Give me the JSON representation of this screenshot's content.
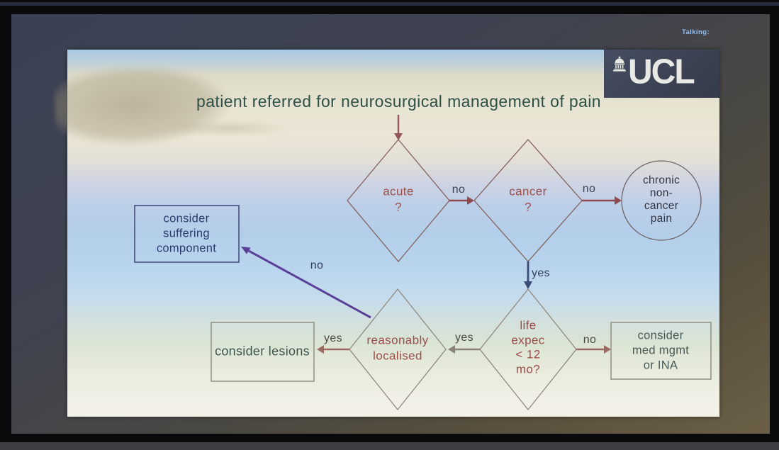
{
  "screen": {
    "talking_label": "Talking:"
  },
  "logo": {
    "text": "UCL",
    "icon": "ucl-portico-icon"
  },
  "flowchart": {
    "nodes": [
      {
        "id": "referral",
        "shape": "text",
        "lines": [
          "patient referred for neurosurgical management of pain"
        ]
      },
      {
        "id": "acute",
        "shape": "diamond",
        "lines": [
          "acute",
          "?"
        ]
      },
      {
        "id": "cancer",
        "shape": "diamond",
        "lines": [
          "cancer",
          "?"
        ]
      },
      {
        "id": "chronic-non-cancer-pain",
        "shape": "circle",
        "lines": [
          "chronic",
          "non-",
          "cancer",
          "pain"
        ]
      },
      {
        "id": "consider-suffering-component",
        "shape": "rect",
        "lines": [
          "consider",
          "suffering",
          "component"
        ]
      },
      {
        "id": "reasonably-localised",
        "shape": "diamond",
        "lines": [
          "reasonably",
          "localised"
        ]
      },
      {
        "id": "life-expectancy",
        "shape": "diamond",
        "lines": [
          "life",
          "expec",
          "< 12",
          "mo?"
        ]
      },
      {
        "id": "consider-lesions",
        "shape": "rect",
        "lines": [
          "consider lesions"
        ]
      },
      {
        "id": "consider-med-mgmt",
        "shape": "rect",
        "lines": [
          "consider",
          "med mgmt",
          "or INA"
        ]
      }
    ],
    "edges": [
      {
        "from": "referral",
        "to": "acute",
        "label": ""
      },
      {
        "from": "acute",
        "to": "cancer",
        "label": "no"
      },
      {
        "from": "cancer",
        "to": "chronic-non-cancer-pain",
        "label": "no"
      },
      {
        "from": "cancer",
        "to": "life-expectancy",
        "label": "yes"
      },
      {
        "from": "life-expectancy",
        "to": "reasonably-localised",
        "label": "yes"
      },
      {
        "from": "life-expectancy",
        "to": "consider-med-mgmt",
        "label": "no"
      },
      {
        "from": "reasonably-localised",
        "to": "consider-lesions",
        "label": "yes"
      },
      {
        "from": "reasonably-localised",
        "to": "consider-suffering-component",
        "label": "no"
      }
    ]
  },
  "colors": {
    "title_text": "#2d5046",
    "question_text": "#9e4c48",
    "maroon_arrow": "#8d4a50",
    "navy_arrow": "#3d4a78",
    "purple_arrow": "#5a3f99",
    "gray_arrow": "#8a8276",
    "mauve_arrow": "#9a6a62",
    "navy_box_text": "#2c3a6e",
    "teal_box_text": "#3e5650",
    "circle_text": "#35353f",
    "talking_blue": "#8fc0f0",
    "screen_background": "#3a4154",
    "logo_text": "#e8e9e4"
  }
}
